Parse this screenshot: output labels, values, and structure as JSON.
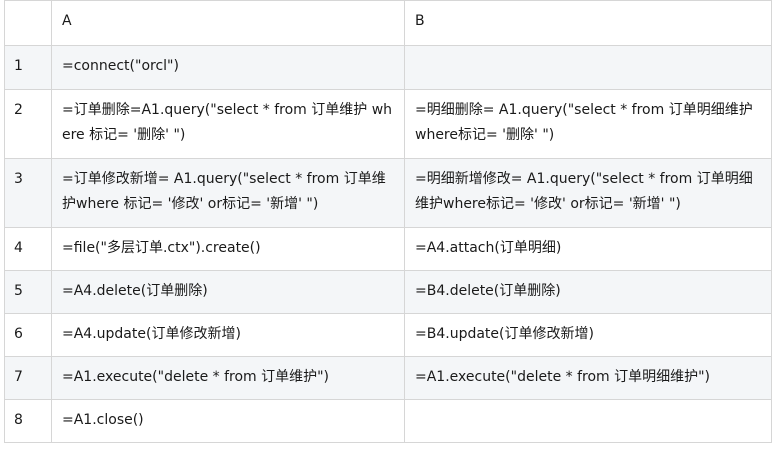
{
  "columns": [
    "",
    "A",
    "B"
  ],
  "rows": [
    {
      "num": "1",
      "a": "=connect(\"orcl\")",
      "b": ""
    },
    {
      "num": "2",
      "a": "=订单删除=A1.query(\"select * from 订单维护 where 标记= '删除' \")",
      "b": "=明细删除= A1.query(\"select * from 订单明细维护where标记= '删除' \")"
    },
    {
      "num": "3",
      "a": "=订单修改新增= A1.query(\"select * from 订单维护where 标记= '修改' or标记= '新增' \")",
      "b": "=明细新增修改= A1.query(\"select * from 订单明细维护where标记= '修改' or标记= '新增' \")"
    },
    {
      "num": "4",
      "a": "=file(\"多层订单.ctx\").create()",
      "b": "=A4.attach(订单明细)"
    },
    {
      "num": "5",
      "a": "=A4.delete(订单删除)",
      "b": "=B4.delete(订单删除)"
    },
    {
      "num": "6",
      "a": "=A4.update(订单修改新增)",
      "b": "=B4.update(订单修改新增)"
    },
    {
      "num": "7",
      "a": "=A1.execute(\"delete * from 订单维护\")",
      "b": "=A1.execute(\"delete * from 订单明细维护\")"
    },
    {
      "num": "8",
      "a": "=A1.close()",
      "b": ""
    }
  ]
}
